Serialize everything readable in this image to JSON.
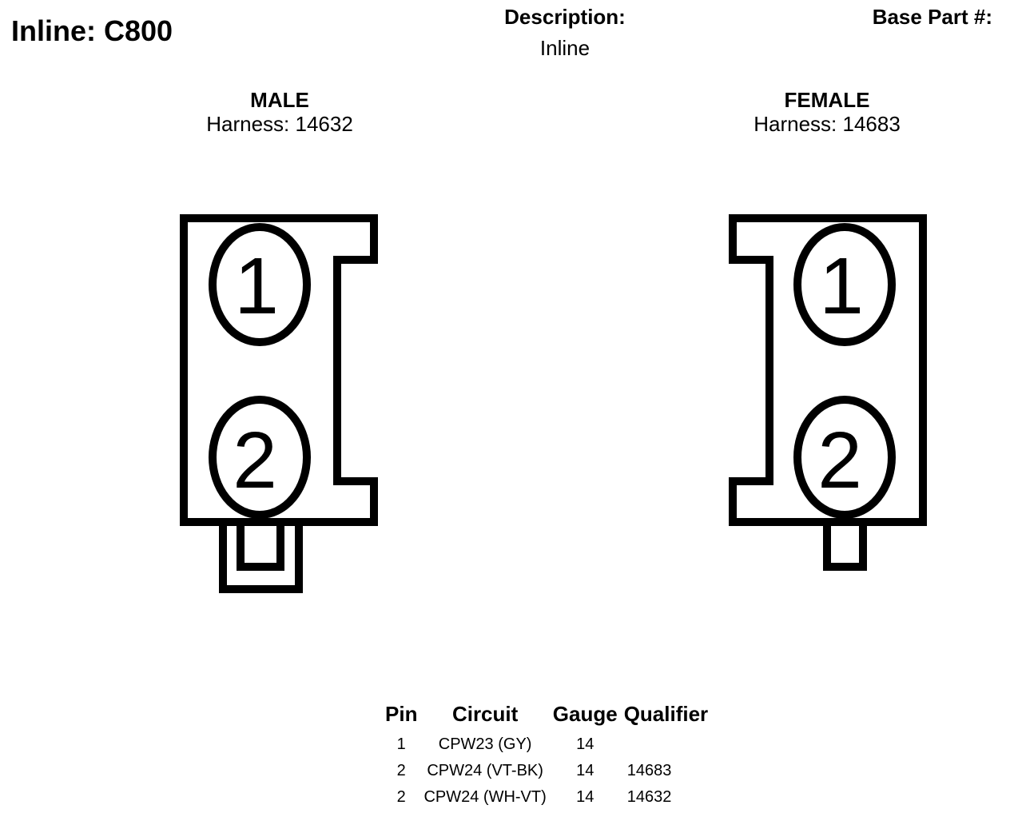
{
  "header": {
    "title": "Inline: C800",
    "description_label": "Description:",
    "description_value": "Inline",
    "base_part_label": "Base Part #:"
  },
  "male": {
    "label": "MALE",
    "harness": "Harness: 14632",
    "pins": [
      "1",
      "2"
    ]
  },
  "female": {
    "label": "FEMALE",
    "harness": "Harness: 14683",
    "pins": [
      "1",
      "2"
    ]
  },
  "table": {
    "headers": [
      "Pin",
      "Circuit",
      "Gauge",
      "Qualifier"
    ],
    "rows": [
      {
        "pin": "1",
        "circuit": "CPW23 (GY)",
        "gauge": "14",
        "qualifier": ""
      },
      {
        "pin": "2",
        "circuit": "CPW24 (VT-BK)",
        "gauge": "14",
        "qualifier": "14683"
      },
      {
        "pin": "2",
        "circuit": "CPW24 (WH-VT)",
        "gauge": "14",
        "qualifier": "14632"
      }
    ]
  }
}
